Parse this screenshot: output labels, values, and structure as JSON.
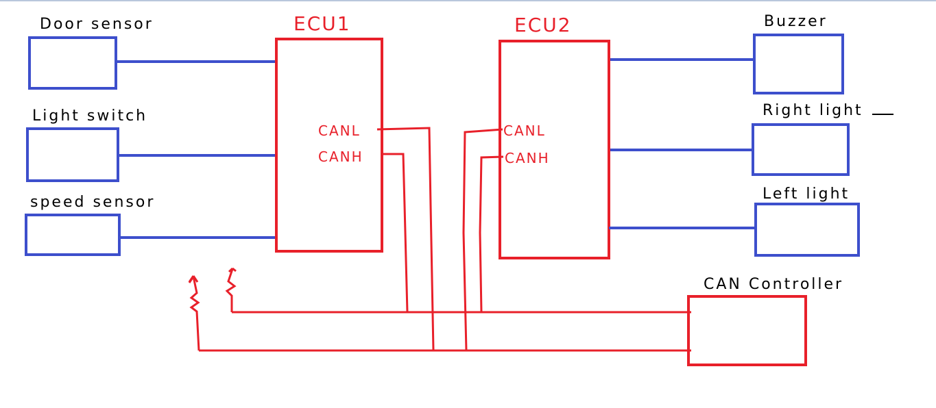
{
  "diagram": {
    "inputs": [
      {
        "id": "door-sensor",
        "label": "Door sensor"
      },
      {
        "id": "light-switch",
        "label": "Light switch"
      },
      {
        "id": "speed-sensor",
        "label": "speed sensor"
      }
    ],
    "ecus": [
      {
        "id": "ecu1",
        "title": "ECU1",
        "pins": [
          "CANL",
          "CANH"
        ]
      },
      {
        "id": "ecu2",
        "title": "ECU2",
        "pins": [
          "CANL",
          "CANH"
        ]
      }
    ],
    "outputs": [
      {
        "id": "buzzer",
        "label": "Buzzer"
      },
      {
        "id": "right-light",
        "label": "Right light"
      },
      {
        "id": "left-light",
        "label": "Left light"
      }
    ],
    "controller": {
      "label": "CAN Controller"
    }
  },
  "colors": {
    "device_stroke": "#3d4fcc",
    "bus_stroke": "#e8202a",
    "text": "#000000"
  }
}
